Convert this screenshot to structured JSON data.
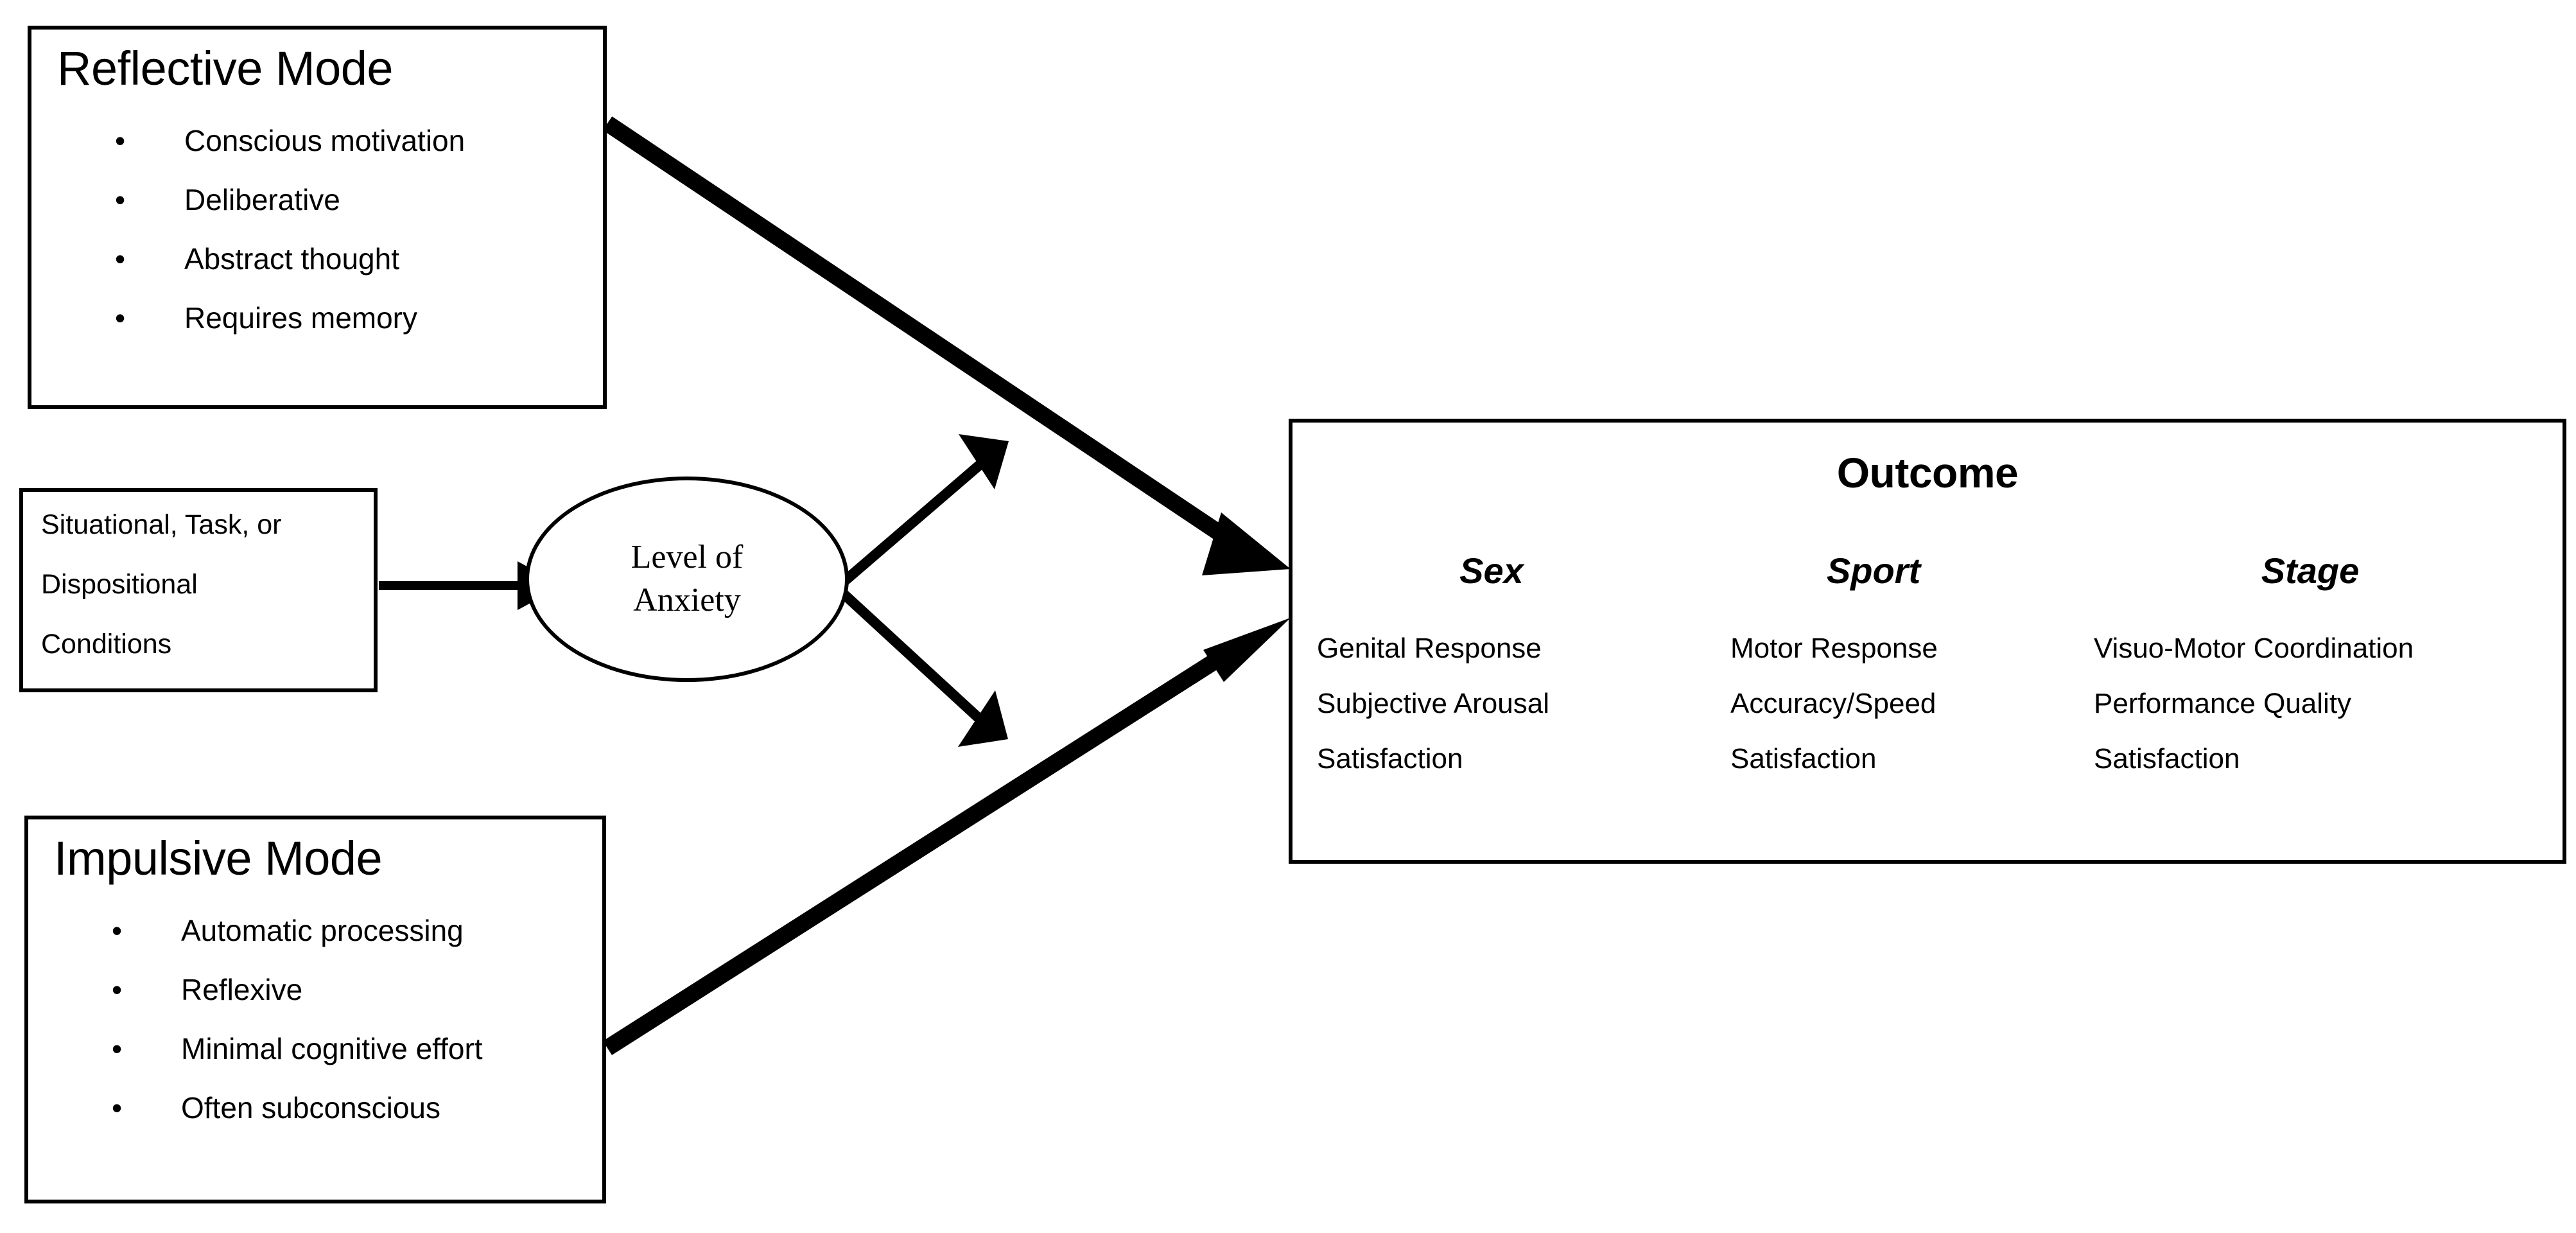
{
  "diagram": {
    "title_visible": false,
    "colors": {
      "stroke": "#000000",
      "background": "#ffffff",
      "text": "#000000"
    }
  },
  "reflective_mode": {
    "title": "Reflective Mode",
    "bullet_glyph": "•",
    "items": [
      "Conscious motivation",
      "Deliberative",
      "Abstract thought",
      "Requires memory"
    ]
  },
  "impulsive_mode": {
    "title": "Impulsive Mode",
    "bullet_glyph": "•",
    "items": [
      "Automatic processing",
      "Reflexive",
      "Minimal cognitive effort",
      "Often subconscious"
    ]
  },
  "conditions_box": {
    "lines": [
      "Situational, Task, or",
      "Dispositional",
      "Conditions"
    ]
  },
  "anxiety_ellipse": {
    "line1": "Level of",
    "line2": "Anxiety"
  },
  "outcome": {
    "title": "Outcome",
    "columns": [
      {
        "header": "Sex",
        "items": [
          "Genital Response",
          "Subjective Arousal",
          "Satisfaction"
        ]
      },
      {
        "header": "Sport",
        "items": [
          "Motor Response",
          "Accuracy/Speed",
          "Satisfaction"
        ]
      },
      {
        "header": "Stage",
        "items": [
          "Visuo-Motor Coordination",
          "Performance Quality",
          "Satisfaction"
        ]
      }
    ]
  },
  "arrows": [
    {
      "name": "conditions-to-anxiety",
      "from": "conditions_box",
      "to": "anxiety_ellipse",
      "style": "solid-thin"
    },
    {
      "name": "anxiety-to-reflective-path",
      "from": "anxiety_ellipse",
      "to": "upper-right",
      "style": "solid-thin"
    },
    {
      "name": "anxiety-to-impulsive-path",
      "from": "anxiety_ellipse",
      "to": "lower-right",
      "style": "solid-thin"
    },
    {
      "name": "reflective-to-outcome",
      "from": "reflective_mode",
      "to": "outcome",
      "style": "solid-thick"
    },
    {
      "name": "impulsive-to-outcome",
      "from": "impulsive_mode",
      "to": "outcome",
      "style": "solid-thick"
    }
  ]
}
